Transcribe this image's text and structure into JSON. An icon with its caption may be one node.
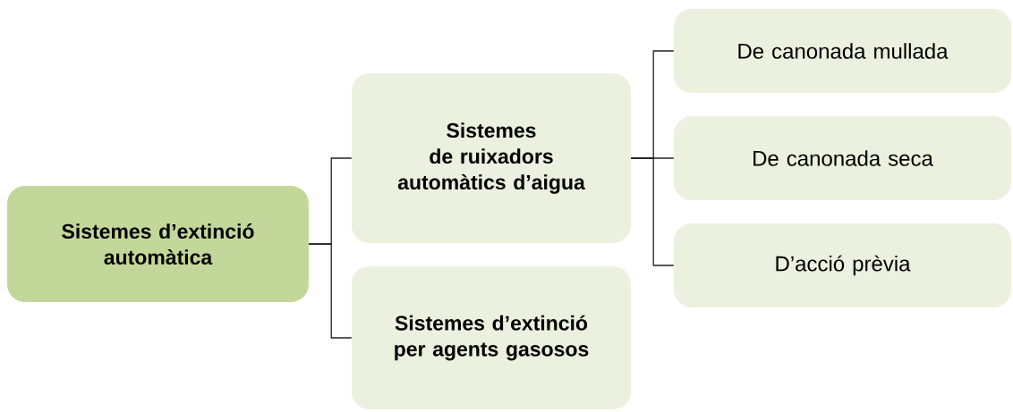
{
  "diagram": {
    "nodes": [
      {
        "text": [
          "Sistemes d’extinció automàtica"
        ]
      },
      {
        "text": [
          "Sistemes de ruixadors automàtics d’aigua"
        ]
      },
      {
        "text": [
          "Sistemes d’extinció per agents gasosos"
        ]
      },
      {
        "text": [
          "De canonada mullada"
        ]
      },
      {
        "text": [
          "De canonada seca"
        ]
      },
      {
        "text": [
          "D’acció prèvia"
        ]
      }
    ],
    "edges": [
      {
        "from": 0,
        "to": 1,
        "arrow": "none"
      },
      {
        "from": 0,
        "to": 2,
        "arrow": "none"
      },
      {
        "from": 1,
        "to": 3,
        "arrow": "none"
      },
      {
        "from": 1,
        "to": 4,
        "arrow": "none"
      },
      {
        "from": 1,
        "to": 5,
        "arrow": "none"
      }
    ]
  }
}
